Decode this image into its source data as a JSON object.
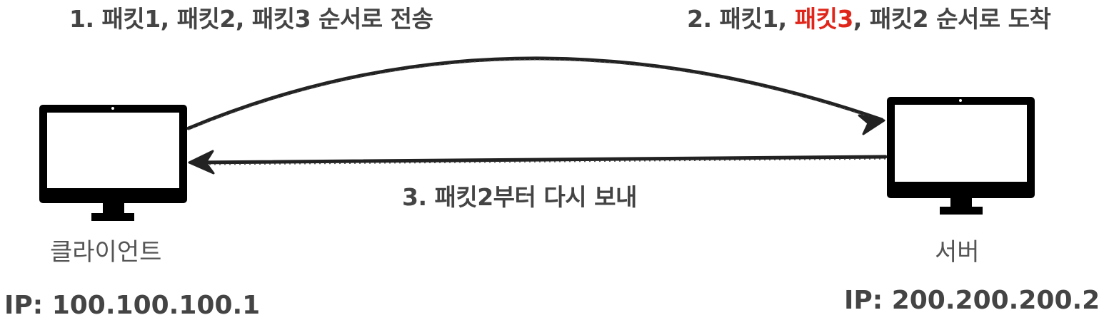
{
  "steps": {
    "send": {
      "text": "1. 패킷1, 패킷2, 패킷3 순서로 전송"
    },
    "arrive": {
      "prefix": "2. 패킷1, ",
      "highlight": "패킷3",
      "suffix": ", 패킷2 순서로 도착"
    },
    "resend": {
      "text": "3. 패킷2부터 다시 보내"
    }
  },
  "client": {
    "name": "클라이언트",
    "ip": "IP: 100.100.100.1"
  },
  "server": {
    "name": "서버",
    "ip": "IP: 200.200.200.2"
  },
  "colors": {
    "text": "#444444",
    "highlight": "#e0261a",
    "monitor": "#000000"
  }
}
